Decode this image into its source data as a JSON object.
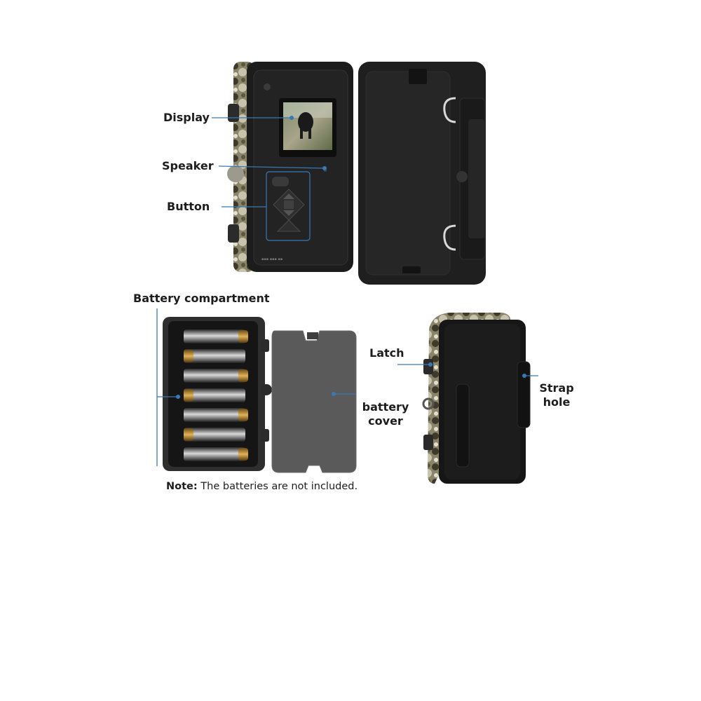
{
  "labels": {
    "display": "Display",
    "speaker": "Speaker",
    "button": "Button",
    "battery_compartment": "Battery compartment",
    "latch": "Latch",
    "battery_cover_line1": "battery",
    "battery_cover_line2": "cover",
    "strap_hole_line1": "Strap",
    "strap_hole_line2": "hole"
  },
  "note": {
    "prefix": "Note:",
    "text": "The batteries are not included."
  },
  "colors": {
    "camera_body": "#1c1c1c",
    "camera_inner": "#262626",
    "battery_cover": "#5a5a5a",
    "callout_line": "#3a78b5",
    "camo": "#8a8468"
  }
}
